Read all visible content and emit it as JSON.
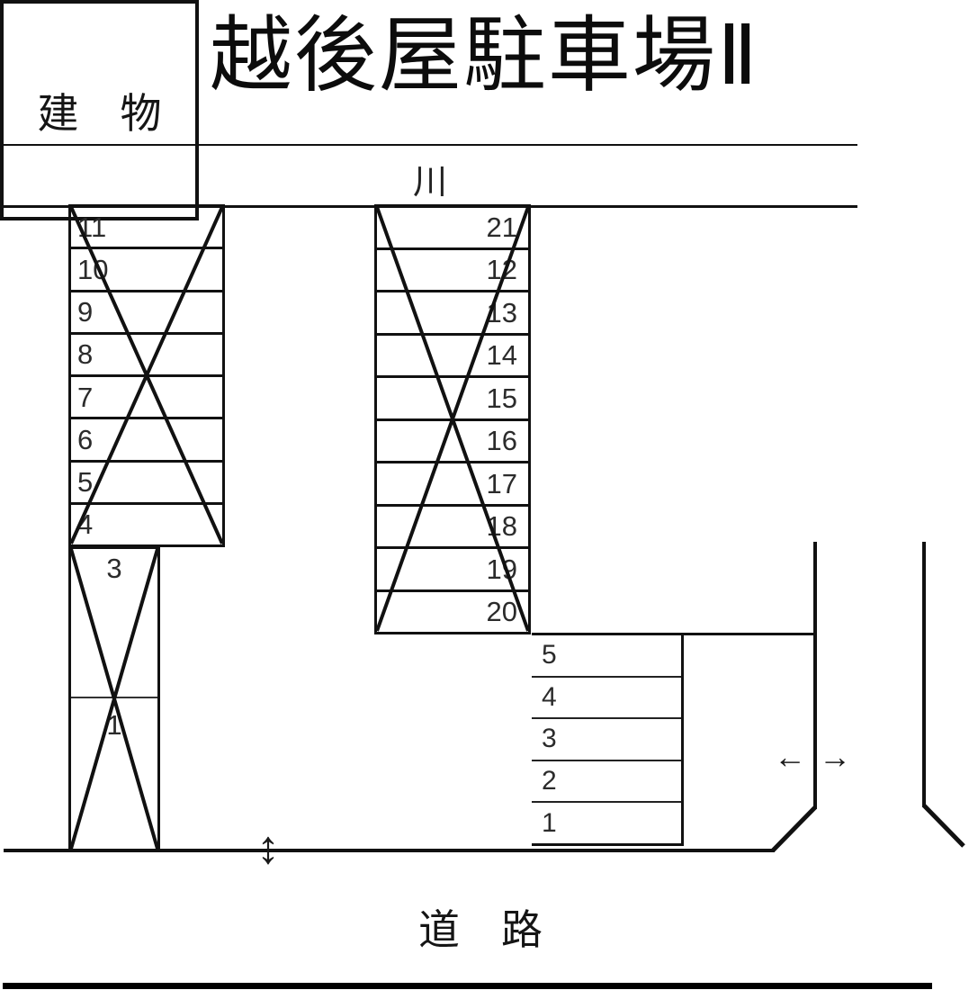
{
  "title": "越後屋駐車場Ⅱ",
  "river": {
    "label": "川"
  },
  "road": {
    "label": "道　路"
  },
  "building": {
    "label": "建　物"
  },
  "blocks": {
    "left_upper": {
      "spaces": [
        "11",
        "10",
        "9",
        "8",
        "7",
        "6",
        "5",
        "4"
      ],
      "crossed_out": true
    },
    "left_lower": {
      "spaces": [
        "3",
        "1"
      ],
      "crossed_out": true
    },
    "middle": {
      "spaces": [
        "21",
        "12",
        "13",
        "14",
        "15",
        "16",
        "17",
        "18",
        "19",
        "20"
      ],
      "crossed_out": true
    },
    "right": {
      "spaces": [
        "5",
        "4",
        "3",
        "2",
        "1"
      ],
      "crossed_out": false
    }
  },
  "icons": {
    "two_way_vertical_arrow": "↕",
    "left_arrow": "←",
    "right_arrow": "→"
  },
  "colors": {
    "line": "#111111",
    "text": "#2b2b2b",
    "background": "#ffffff"
  }
}
